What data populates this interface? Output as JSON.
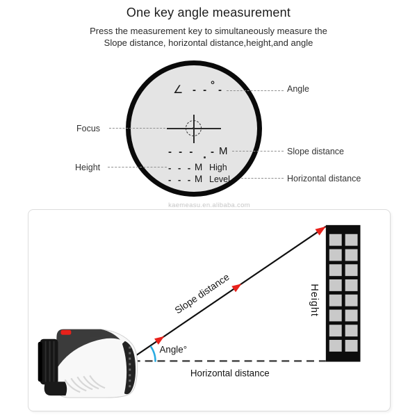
{
  "header": {
    "title": "One key angle measurement",
    "subtitle_line1": "Press the measurement key to simultaneously measure the",
    "subtitle_line2": "Slope distance, horizontal distance,height,and angle"
  },
  "viewfinder": {
    "angle_row": {
      "symbol": "∠",
      "dashes_left": "- -",
      "degree": "°",
      "dash_right": "-"
    },
    "slope_row": {
      "dashes": "- - -",
      "dash2": "-",
      "unit": "M"
    },
    "high_row": {
      "dashes": "- - -",
      "unit": "M",
      "label": "High"
    },
    "level_row": {
      "dashes": "- - -",
      "unit": "M",
      "label": "Level"
    },
    "callouts": {
      "angle": "Angle",
      "focus": "Focus",
      "height": "Height",
      "slope": "Slope distance",
      "horizontal": "Horizontal distance"
    }
  },
  "diagram": {
    "watermark": "kaemeasu.en.alibaba.com",
    "labels": {
      "slope": "Slope distance",
      "angle": "Angle°",
      "horizontal": "Horizontal distance",
      "height": "Height"
    },
    "building": {
      "window_rows": 8,
      "window_cols": 2
    },
    "colors": {
      "arrow": "#e8211b",
      "arc": "#29abe2",
      "building": "#0d0d0d",
      "window": "#c9c9c9"
    }
  }
}
